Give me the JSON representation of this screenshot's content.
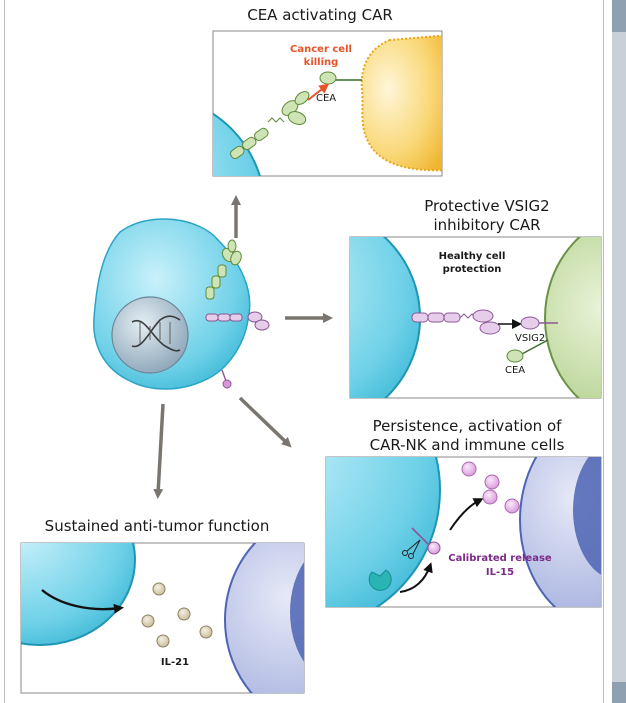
{
  "panels": {
    "cea": {
      "title": "CEA activating CAR",
      "effect": "Cancer cell killing",
      "antigen": "CEA"
    },
    "vsig2": {
      "title_line1": "Protective VSIG2",
      "title_line2": "inhibitory CAR",
      "effect_line1": "Healthy cell",
      "effect_line2": "protection",
      "antigen1": "VSIG2",
      "antigen2": "CEA"
    },
    "il15": {
      "title_line1": "Persistence, activation of",
      "title_line2": "CAR-NK and immune cells",
      "effect_line1": "Calibrated release",
      "effect_line2": "IL-15"
    },
    "il21": {
      "title": "Sustained anti-tumor function",
      "label": "IL-21"
    }
  },
  "colors": {
    "cyan": "#7fd6ea",
    "green": "#8fb86a",
    "purple": "#c99bd4",
    "tumor": "#f6c24a",
    "killing": "#e8542a",
    "il15": "#7b2a86",
    "nk_blue": "#4e64b4",
    "il21_dot": "#d8cdb0",
    "arrow": "#7a766f"
  }
}
